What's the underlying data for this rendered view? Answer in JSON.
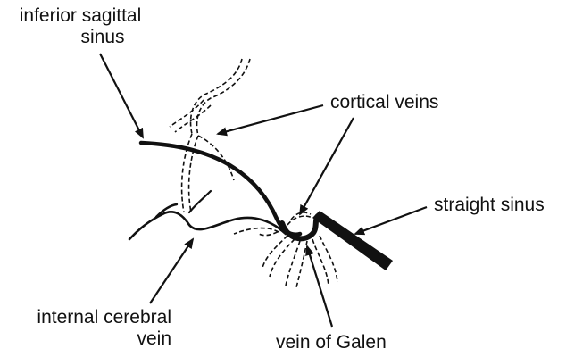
{
  "labels": {
    "inferior_sagittal_sinus": [
      "inferior sagittal",
      "sinus"
    ],
    "cortical_veins": "cortical veins",
    "straight_sinus": "straight sinus",
    "internal_cerebral_vein": [
      "internal cerebral",
      "vein"
    ],
    "vein_of_galen": "vein of Galen"
  },
  "colors": {
    "ink": "#111111",
    "background": "#ffffff"
  }
}
